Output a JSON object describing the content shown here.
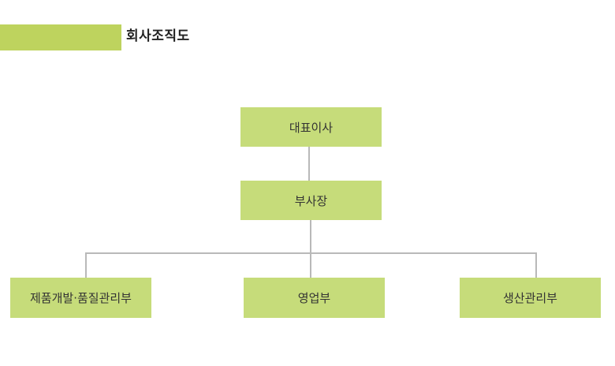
{
  "header": {
    "title": "회사조직도"
  },
  "org_chart": {
    "ceo": "대표이사",
    "vice_president": "부사장",
    "departments": [
      "제품개발·품질관리부",
      "영업부",
      "생산관리부"
    ]
  },
  "colors": {
    "accent_bar": "#bed35e",
    "box_fill": "#c6dc7a",
    "connector": "#b9b9b9"
  }
}
